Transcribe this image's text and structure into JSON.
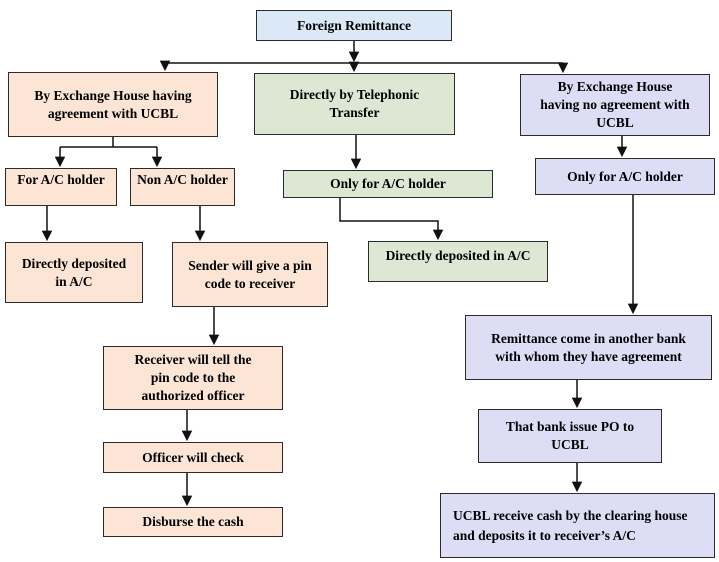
{
  "diagram": {
    "root": {
      "label": "Foreign Remittance"
    },
    "branches": {
      "exchange_agreement": {
        "head": "By Exchange House having agreement with UCBL",
        "for_ac_holder": "For A/C holder",
        "non_ac_holder": "Non A/C holder",
        "directly_deposited": "Directly deposited in A/C",
        "sender_pin": "Sender will give a pin code to receiver",
        "receiver_tell": "Receiver will tell the pin code to the authorized officer",
        "officer_check": "Officer will check",
        "disburse": "Disburse the cash"
      },
      "telephonic": {
        "head": "Directly by Telephonic Transfer",
        "only_ac_holder": "Only for A/C holder",
        "directly_deposited": "Directly deposited in A/C"
      },
      "no_agreement": {
        "head": "By Exchange House having no agreement with UCBL",
        "only_ac_holder": "Only for A/C holder",
        "remittance_other_bank": "Remittance come in another bank with whom they have agreement",
        "bank_issue_po": "That bank issue PO to UCBL",
        "ucbl_receive": "UCBL receive cash by the clearing house and deposits it to receiver’s A/C"
      }
    },
    "colors": {
      "root_fill": "#dbe9f7",
      "agreement_branch_fill": "#fce5d5",
      "telephonic_branch_fill": "#dce8d4",
      "no_agreement_branch_fill": "#dddef6",
      "border": "#2b2b2b",
      "arrow": "#111111",
      "text": "#000000",
      "background": "#ffffff"
    }
  }
}
